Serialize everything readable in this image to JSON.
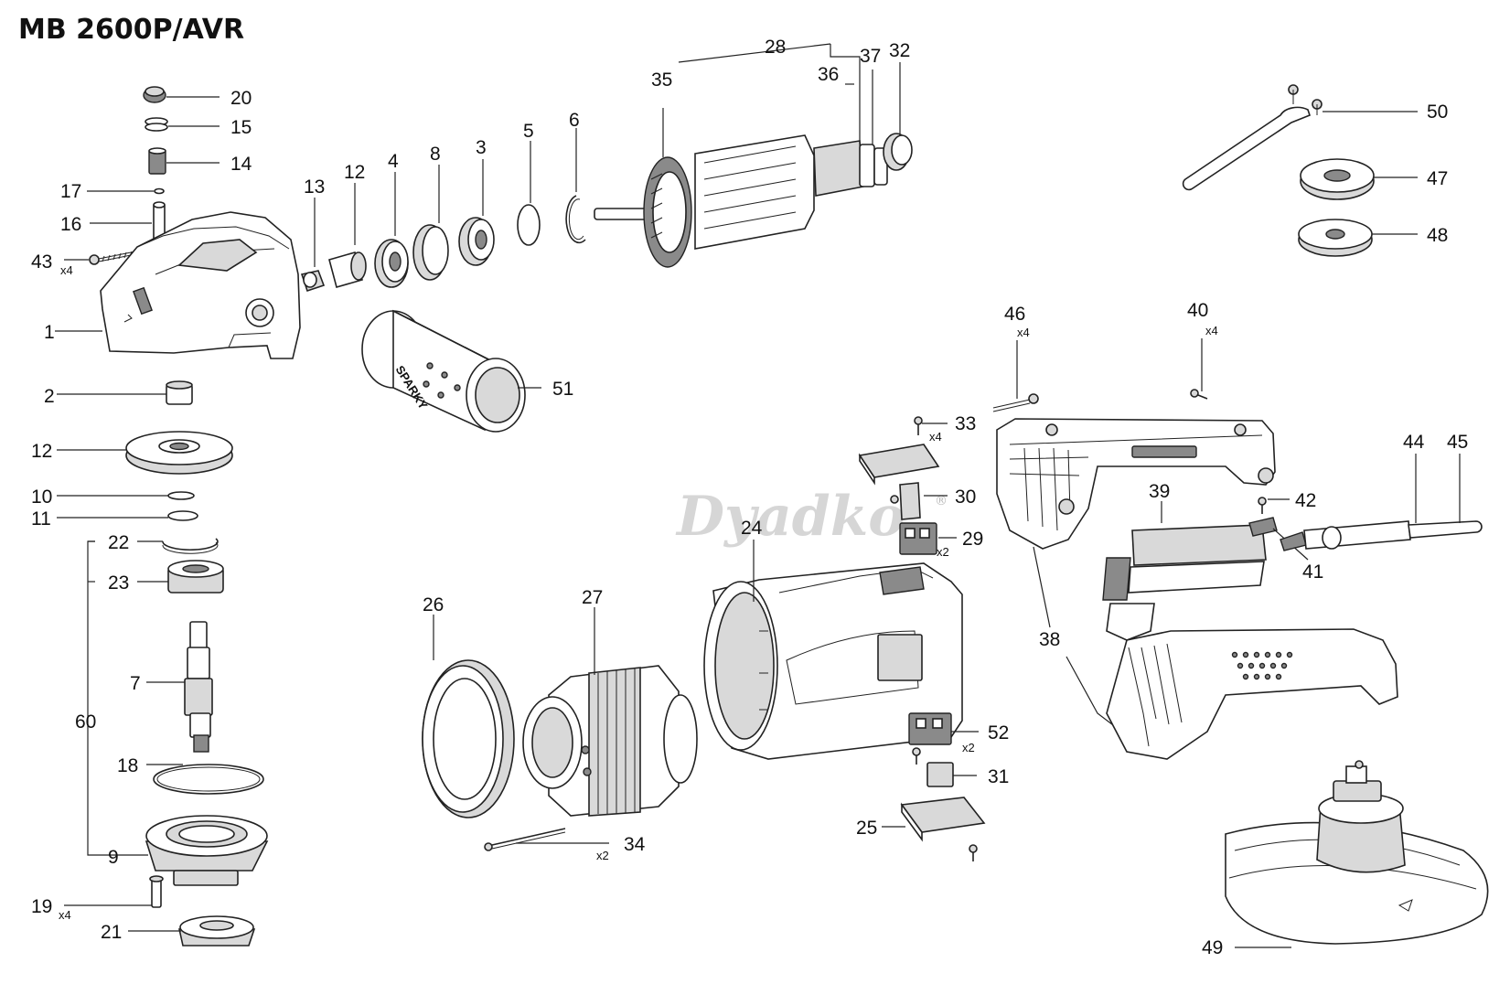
{
  "title": "MB 2600P/AVR",
  "watermark": "Dyadko",
  "watermark_mark": "®",
  "labels": {
    "p1": "1",
    "p2": "2",
    "p3": "3",
    "p4": "4",
    "p5": "5",
    "p6": "6",
    "p7": "7",
    "p8": "8",
    "p9": "9",
    "p10": "10",
    "p11": "11",
    "p12a": "12",
    "p12b": "12",
    "p13": "13",
    "p14": "14",
    "p15": "15",
    "p16": "16",
    "p17": "17",
    "p18": "18",
    "p19": "19",
    "p20": "20",
    "p21": "21",
    "p22": "22",
    "p23": "23",
    "p24": "24",
    "p25": "25",
    "p26": "26",
    "p27": "27",
    "p28": "28",
    "p29": "29",
    "p30": "30",
    "p31": "31",
    "p32": "32",
    "p33": "33",
    "p34": "34",
    "p35": "35",
    "p36": "36",
    "p37": "37",
    "p38": "38",
    "p39": "39",
    "p40": "40",
    "p41": "41",
    "p42": "42",
    "p43": "43",
    "p44": "44",
    "p45": "45",
    "p46": "46",
    "p47": "47",
    "p48": "48",
    "p49": "49",
    "p50": "50",
    "p51": "51",
    "p52": "52",
    "p60": "60"
  },
  "quantities": {
    "q43": "x4",
    "q19": "x4",
    "q46": "x4",
    "q40": "x4",
    "q33": "x4",
    "q29": "x2",
    "q52": "x2",
    "q34": "x2"
  },
  "handle_brand": "SPARKY",
  "colors": {
    "line": "#222222",
    "fill_light": "#d9d9d9",
    "fill_dark": "#8a8a8a",
    "watermark": "#cfcfcf"
  }
}
